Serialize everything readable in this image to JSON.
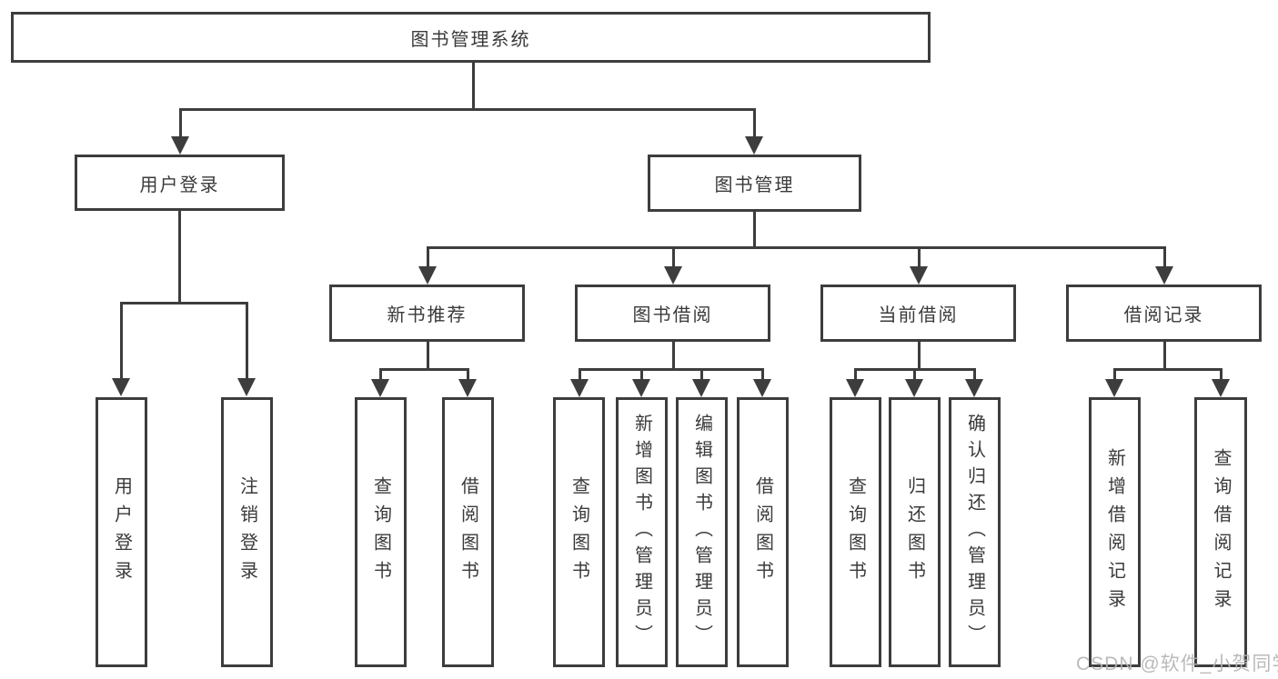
{
  "diagram_title": "图书管理系统",
  "colors": {
    "line": "#3d3d3d",
    "text": "#3a3a3a",
    "background": "#ffffff",
    "watermark": "#b3b3b3"
  },
  "tree": {
    "label": "图书管理系统",
    "children": [
      {
        "label": "用户登录",
        "children": [
          {
            "label": "用户登录"
          },
          {
            "label": "注销登录"
          }
        ]
      },
      {
        "label": "图书管理",
        "children": [
          {
            "label": "新书推荐",
            "children": [
              {
                "label": "查询图书"
              },
              {
                "label": "借阅图书"
              }
            ]
          },
          {
            "label": "图书借阅",
            "children": [
              {
                "label": "查询图书"
              },
              {
                "label": "新增图书（管理员）"
              },
              {
                "label": "编辑图书（管理员）"
              },
              {
                "label": "借阅图书"
              }
            ]
          },
          {
            "label": "当前借阅",
            "children": [
              {
                "label": "查询图书"
              },
              {
                "label": "归还图书"
              },
              {
                "label": "确认归还（管理员）"
              }
            ]
          },
          {
            "label": "借阅记录",
            "children": [
              {
                "label": "新增借阅记录"
              },
              {
                "label": "查询借阅记录"
              }
            ]
          }
        ]
      }
    ]
  },
  "watermark": "CSDN @软件_小贺同学"
}
